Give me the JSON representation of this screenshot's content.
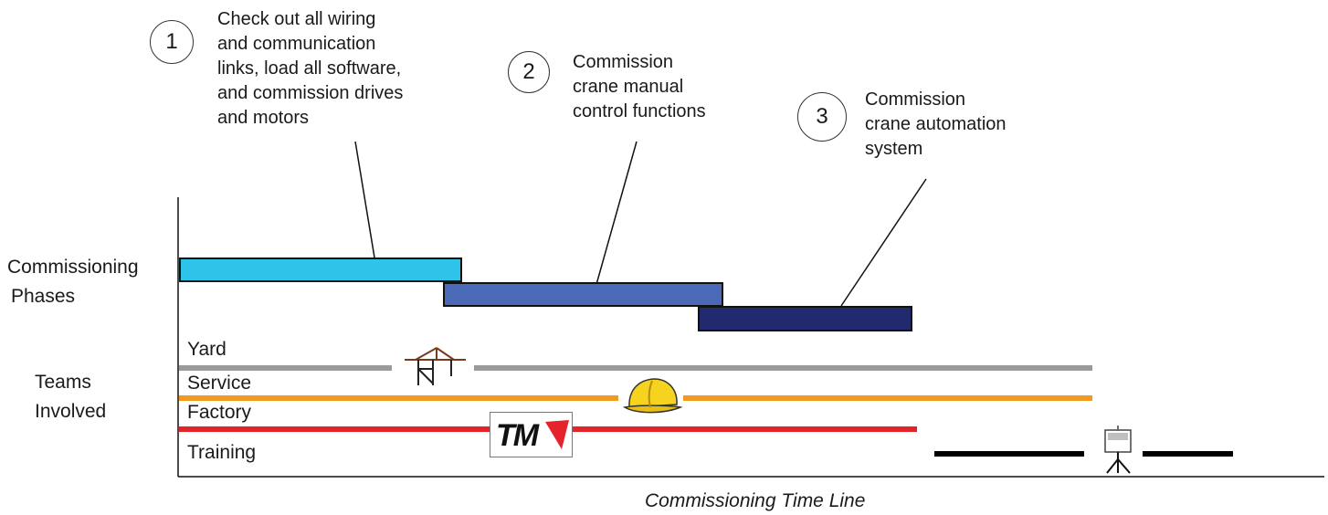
{
  "steps": [
    {
      "number": "1",
      "lines": [
        "Check out all wiring",
        "and communication",
        "links, load all software,",
        "and commission drives",
        "and motors"
      ]
    },
    {
      "number": "2",
      "lines": [
        "Commission",
        "crane manual",
        "control functions"
      ]
    },
    {
      "number": "3",
      "lines": [
        "Commission",
        "crane automation",
        "system"
      ]
    }
  ],
  "row_labels": {
    "phases": [
      "Commissioning",
      "Phases"
    ],
    "teams": [
      "Teams",
      "Involved"
    ]
  },
  "teams": [
    "Yard",
    "Service",
    "Factory",
    "Training"
  ],
  "team_colors": {
    "yard": "#9a9a9a",
    "service": "#f29a1f",
    "factory": "#e5232a",
    "training": "#000000"
  },
  "phase_colors": [
    "#2ec4ea",
    "#4a6ab8",
    "#222a6e"
  ],
  "icons": [
    "crane-icon",
    "hard-hat-icon",
    "tm-logo-icon",
    "projector-screen-icon"
  ],
  "logo_text": "TM",
  "x_axis_title": "Commissioning Time Line"
}
